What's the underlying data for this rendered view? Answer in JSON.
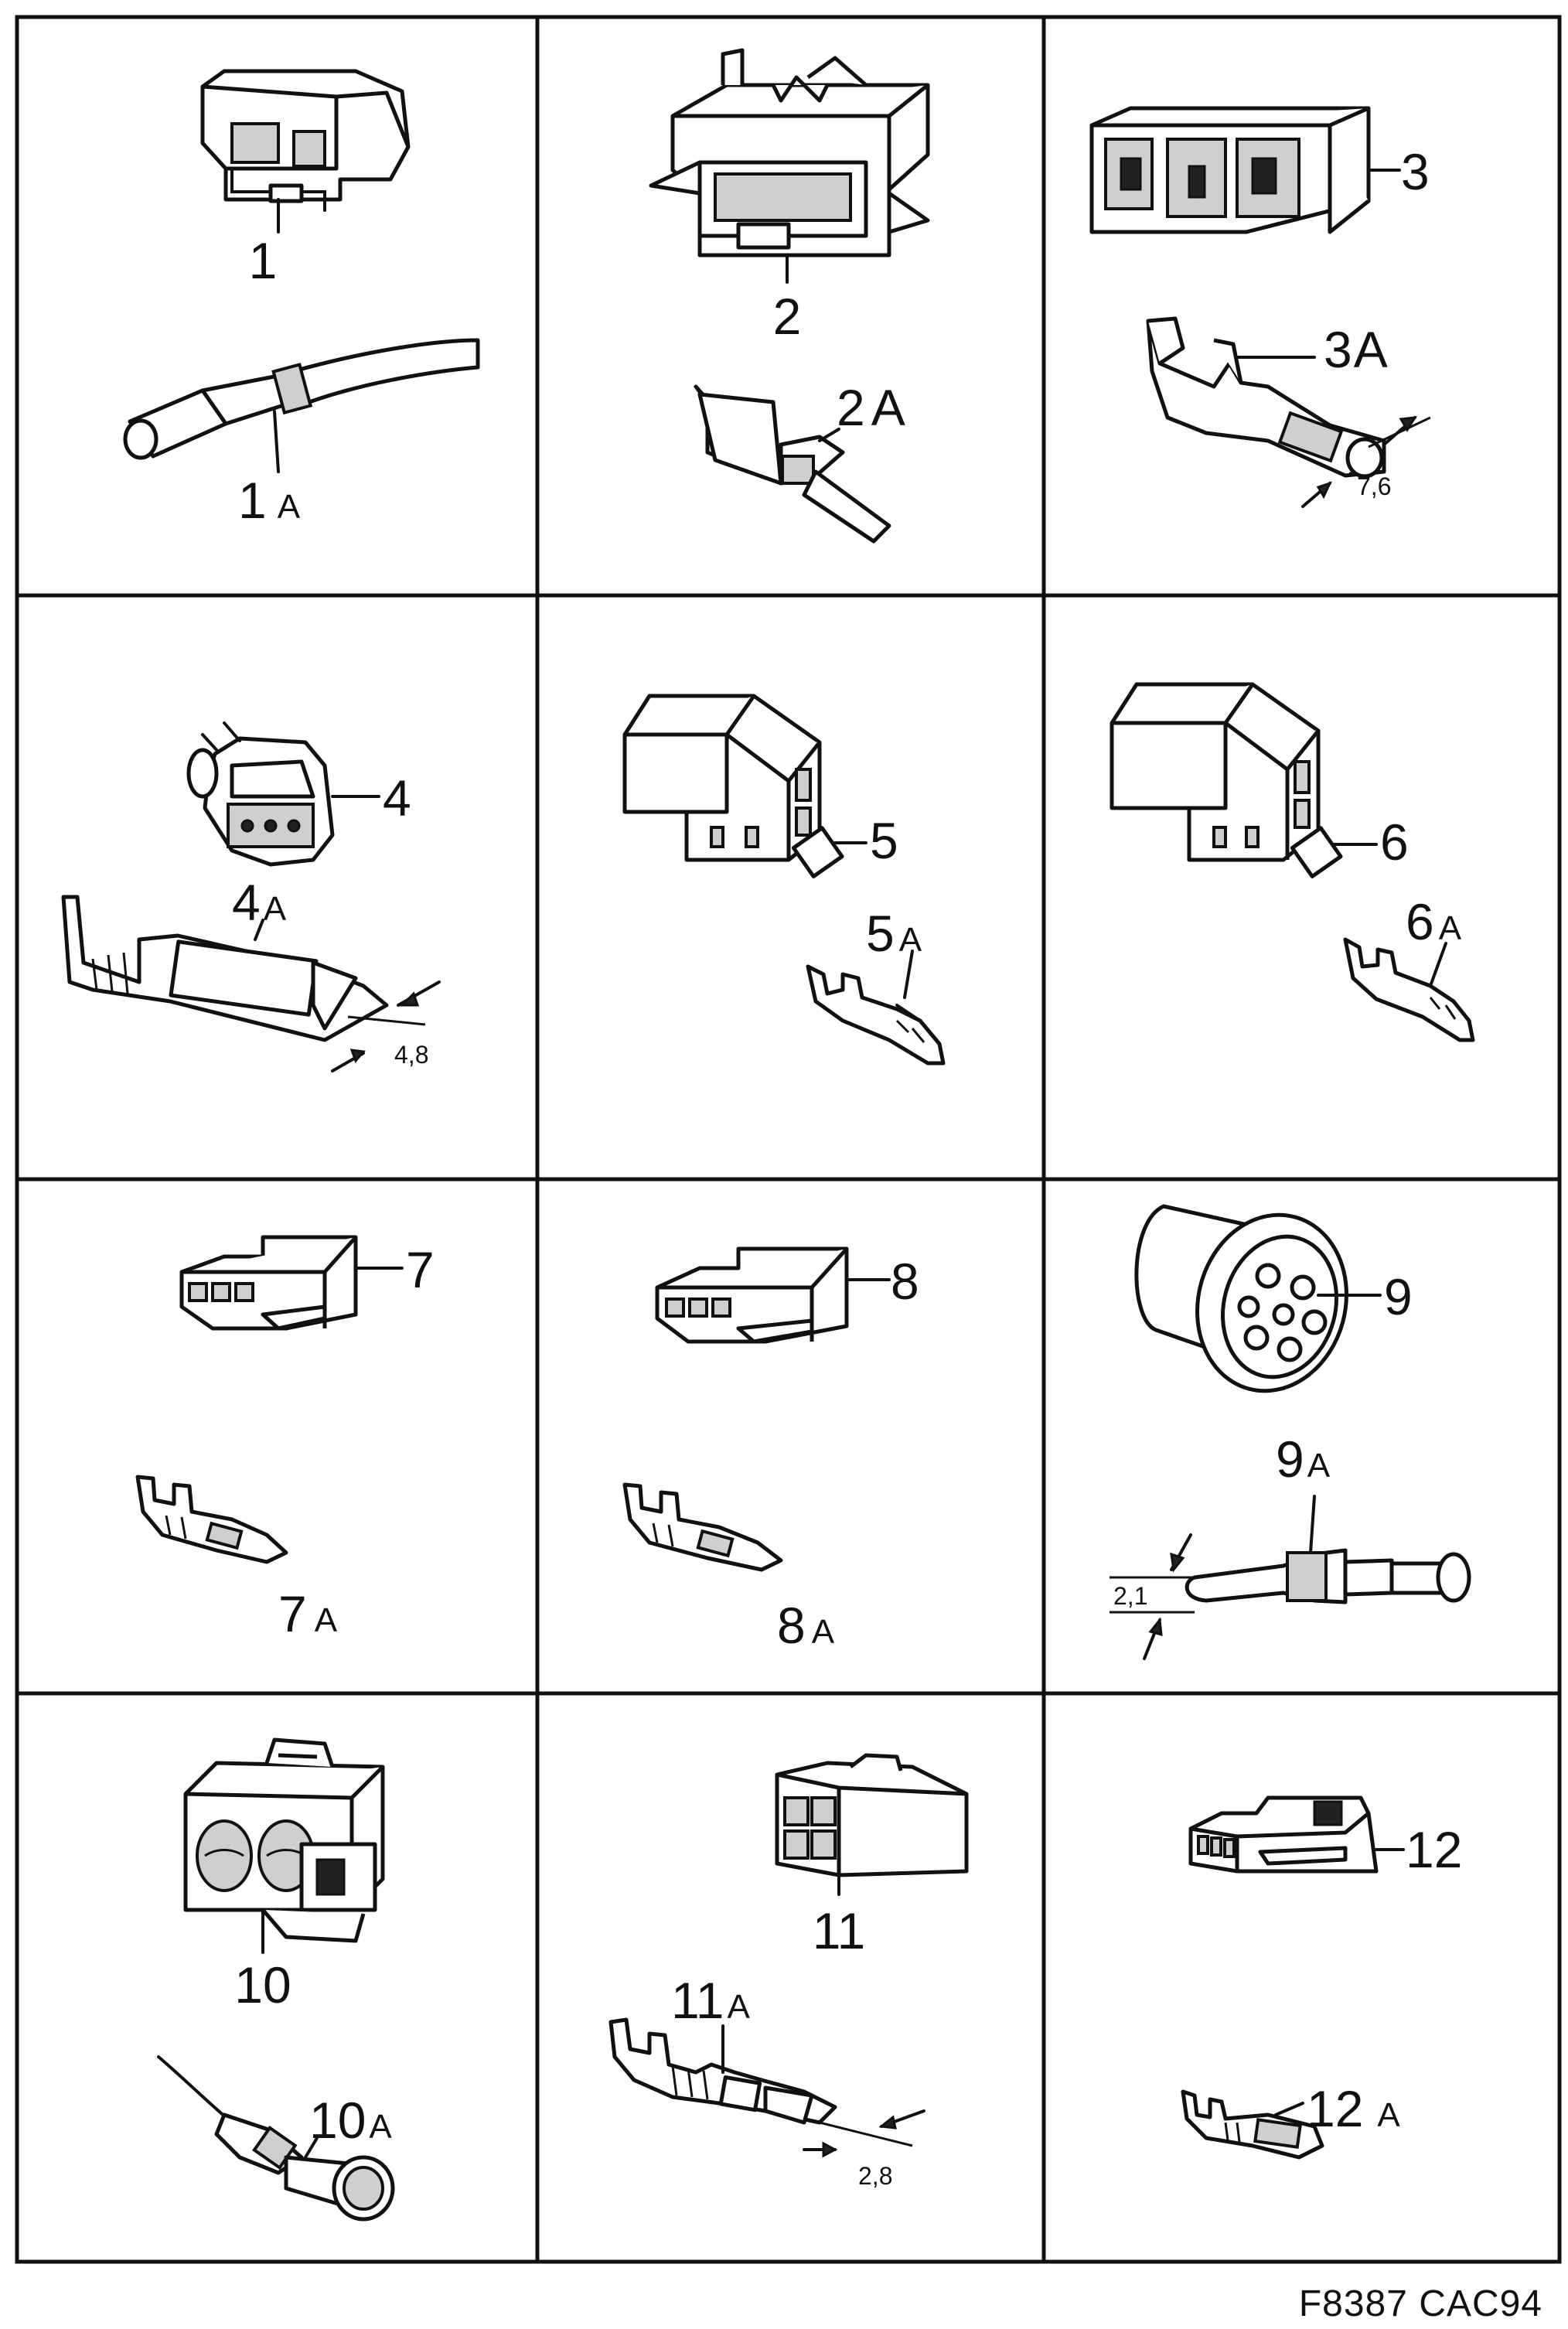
{
  "sheet": {
    "reference": "F8387 CAC94"
  },
  "cells": [
    {
      "id": "cell-1",
      "connector": "1",
      "terminal_num": "1",
      "terminal_suffix": "A",
      "dimension": ""
    },
    {
      "id": "cell-2",
      "connector": "2",
      "terminal_num": "2",
      "terminal_suffix": "A",
      "dimension": ""
    },
    {
      "id": "cell-3",
      "connector": "3",
      "terminal_num": "3",
      "terminal_suffix": "A",
      "dimension": "7,6"
    },
    {
      "id": "cell-4",
      "connector": "4",
      "terminal_num": "4",
      "terminal_suffix": "A",
      "dimension": "4,8"
    },
    {
      "id": "cell-5",
      "connector": "5",
      "terminal_num": "5",
      "terminal_suffix": "A",
      "dimension": ""
    },
    {
      "id": "cell-6",
      "connector": "6",
      "terminal_num": "6",
      "terminal_suffix": "A",
      "dimension": ""
    },
    {
      "id": "cell-7",
      "connector": "7",
      "terminal_num": "7",
      "terminal_suffix": "A",
      "dimension": ""
    },
    {
      "id": "cell-8",
      "connector": "8",
      "terminal_num": "8",
      "terminal_suffix": "A",
      "dimension": ""
    },
    {
      "id": "cell-9",
      "connector": "9",
      "terminal_num": "9",
      "terminal_suffix": "A",
      "dimension": "2,1"
    },
    {
      "id": "cell-10",
      "connector": "10",
      "terminal_num": "10",
      "terminal_suffix": "A",
      "dimension": ""
    },
    {
      "id": "cell-11",
      "connector": "11",
      "terminal_num": "11",
      "terminal_suffix": "A",
      "dimension": "2,8"
    },
    {
      "id": "cell-12",
      "connector": "12",
      "terminal_num": "12",
      "terminal_suffix": "A",
      "dimension": ""
    }
  ]
}
